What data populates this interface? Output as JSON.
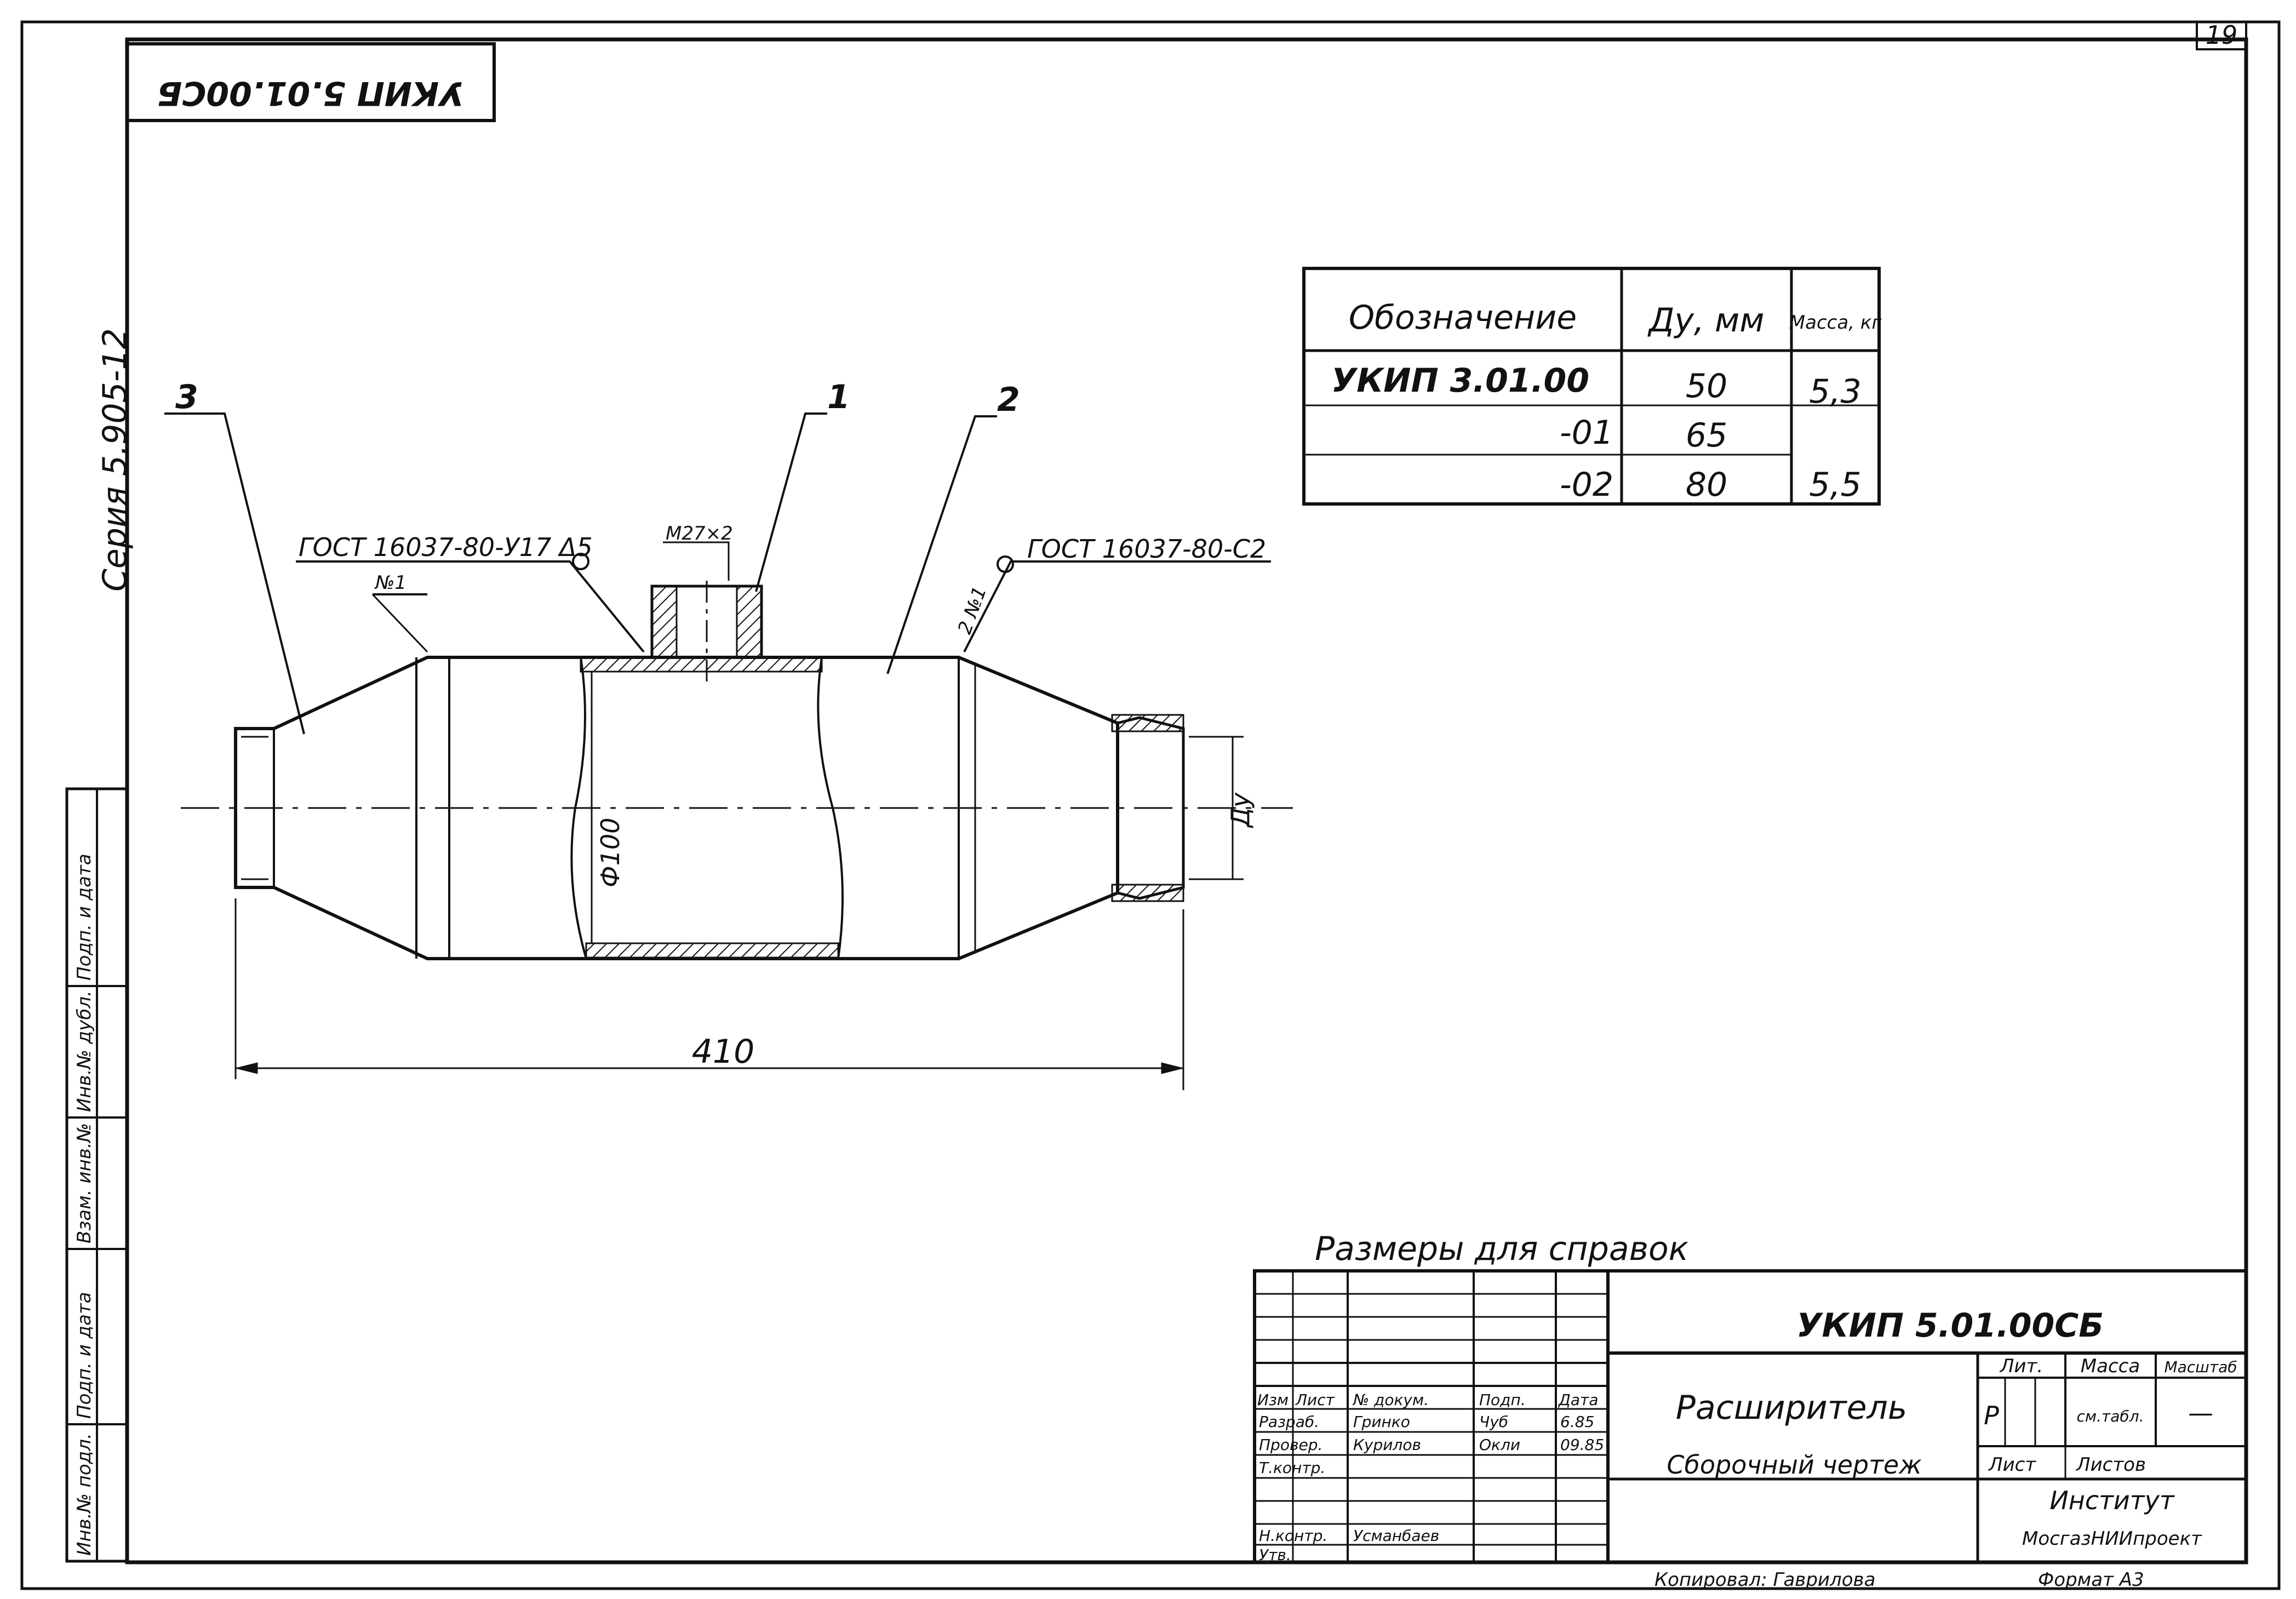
{
  "sheet": {
    "number": "19",
    "series": "Серия 5.905-12",
    "mirrored_code": "УКИП 5.01.00СБ"
  },
  "side_stamp": {
    "cells": [
      "Инв.№ подл.",
      "Подп. и дата",
      "Взам. инв.№",
      "Инв.№ дубл.",
      "Подп. и дата"
    ]
  },
  "drawing": {
    "positions": [
      "3",
      "1",
      "2"
    ],
    "weld_left": "ГОСТ 16037-80-У17 Δ5",
    "weld_left_no": "№1",
    "weld_right": "ГОСТ 16037-80-С2",
    "weld_right_no": "2 №1",
    "thread": "М27×2",
    "diameter": "Ф100",
    "du": "Ду",
    "length": "410"
  },
  "spec_table": {
    "headers": [
      "Обозначение",
      "Ду, мм",
      "Масса, кг"
    ],
    "rows": [
      [
        "УКИП 3.01.00",
        "50",
        "5,3"
      ],
      [
        "-01",
        "65",
        ""
      ],
      [
        "-02",
        "80",
        "5,5"
      ]
    ]
  },
  "note": "Размеры для справок",
  "title_block": {
    "code": "УКИП 5.01.00СБ",
    "name": "Расширитель",
    "doc_type": "Сборочный чертеж",
    "header_cols": [
      "Изм",
      "Лист",
      "№ докум.",
      "Подп.",
      "Дата"
    ],
    "roles": [
      {
        "role": "Разраб.",
        "name": "Гринко",
        "sign": "Чуб",
        "date": "6.85"
      },
      {
        "role": "Провер.",
        "name": "Курилов",
        "sign": "Окли",
        "date": "09.85"
      },
      {
        "role": "Т.контр.",
        "name": "",
        "sign": "",
        "date": ""
      },
      {
        "role": "Н.контр.",
        "name": "Усманбаев",
        "sign": "",
        "date": ""
      },
      {
        "role": "Утв.",
        "name": "",
        "sign": "",
        "date": ""
      }
    ],
    "lit_header": "Лит.",
    "mass_header": "Масса",
    "scale_header": "Масштаб",
    "lit_value": "Р",
    "mass_value": "см.табл.",
    "scale_value": "—",
    "sheet_label": "Лист",
    "sheets_label": "Листов",
    "org_line1": "Институт",
    "org_line2": "МосгазНИИпроект",
    "copied_by": "Копировал: Гаврилова",
    "format": "Формат А3"
  }
}
